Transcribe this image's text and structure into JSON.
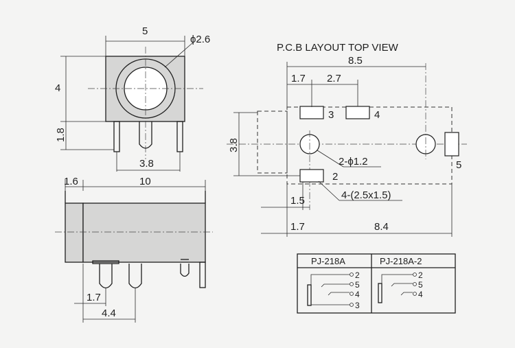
{
  "front_view": {
    "dim_width": "5",
    "dim_hole": "ϕ2.6",
    "dim_height": "4",
    "dim_pin_height": "1.8",
    "dim_pin_spacing": "3.8"
  },
  "side_view": {
    "dim_flange": "1.6",
    "dim_length": "10",
    "dim_pin_a": "1.7",
    "dim_pin_b": "4.4"
  },
  "pcb_layout": {
    "title": "P.C.B LAYOUT  TOP VIEW",
    "dim_total": "8.5",
    "dim_pad_a": "1.7",
    "dim_pad_b": "2.7",
    "dim_height": "3.8",
    "dim_holes": "2-ϕ1.2",
    "dim_pads": "4-(2.5x1.5)",
    "dim_offset_a": "1.5",
    "dim_offset_b": "1.7",
    "dim_offset_c": "8.4",
    "pin_labels": [
      "3",
      "4",
      "2",
      "5"
    ]
  },
  "schematic_table": {
    "headers": [
      "PJ-218A",
      "PJ-218A-2"
    ],
    "left_pins": [
      "2",
      "5",
      "4",
      "3"
    ],
    "right_pins": [
      "2",
      "5",
      "4"
    ]
  }
}
